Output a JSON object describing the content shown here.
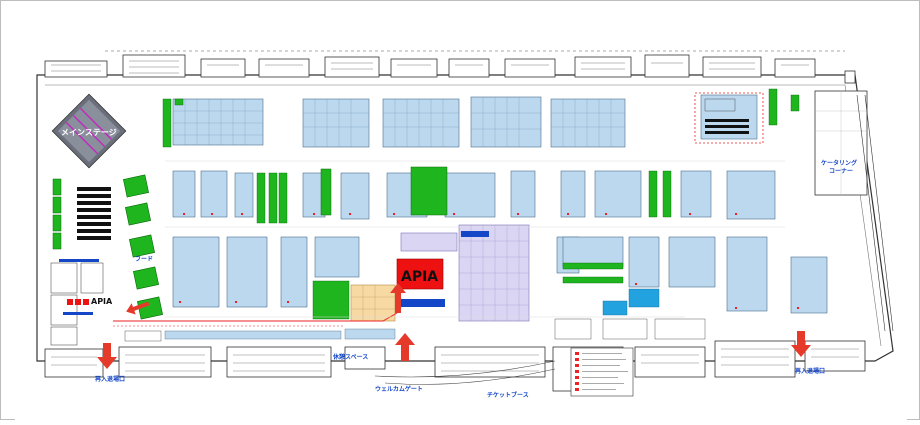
{
  "map": {
    "main_stage": "メインステージ",
    "catering_corner": "ケータリング\nコーナー",
    "food_court": "フード\nフェスティバル",
    "apia_main": "APIA",
    "apia_small": "APIA",
    "welcome_gate": "ウェルカムゲート",
    "ticket_booth": "チケットブース",
    "reentry_left": "再入退場口",
    "reentry_right": "再入退場口",
    "rest_space": "休憩スペース",
    "colors": {
      "booth_blue": "#bcd8ef",
      "booth_green": "#1fb51f",
      "apia_red": "#ee1111",
      "arrow_red": "#e53a2a",
      "label_blue": "#1447c8",
      "booth_orange": "#f6d9a3",
      "booth_lavender": "#d9d5f3"
    }
  }
}
